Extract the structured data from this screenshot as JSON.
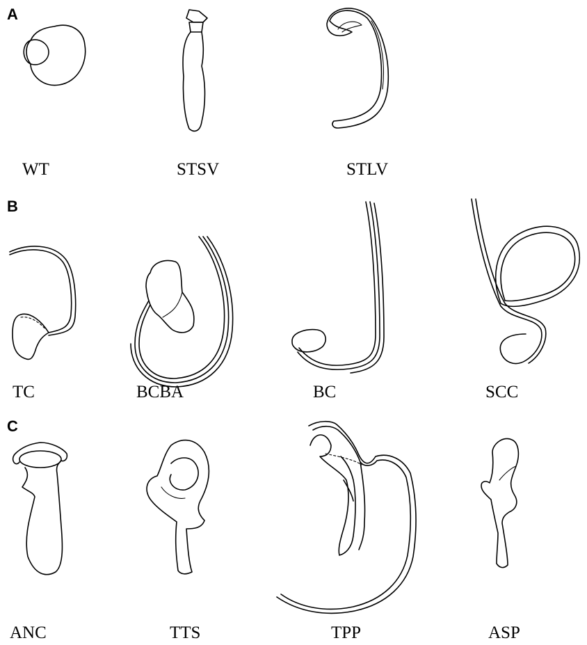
{
  "panels": [
    {
      "letter": "A",
      "items": [
        {
          "id": "wt",
          "label": "WT"
        },
        {
          "id": "stsv",
          "label": "STSV"
        },
        {
          "id": "stlv",
          "label": "STLV"
        }
      ]
    },
    {
      "letter": "B",
      "items": [
        {
          "id": "tc",
          "label": "TC"
        },
        {
          "id": "bcba",
          "label": "BCBA"
        },
        {
          "id": "bc",
          "label": "BC"
        },
        {
          "id": "scc",
          "label": "SCC"
        }
      ]
    },
    {
      "letter": "C",
      "items": [
        {
          "id": "anc",
          "label": "ANC"
        },
        {
          "id": "tts",
          "label": "TTS"
        },
        {
          "id": "tpp",
          "label": "TPP"
        },
        {
          "id": "asp",
          "label": "ASP"
        }
      ]
    }
  ]
}
